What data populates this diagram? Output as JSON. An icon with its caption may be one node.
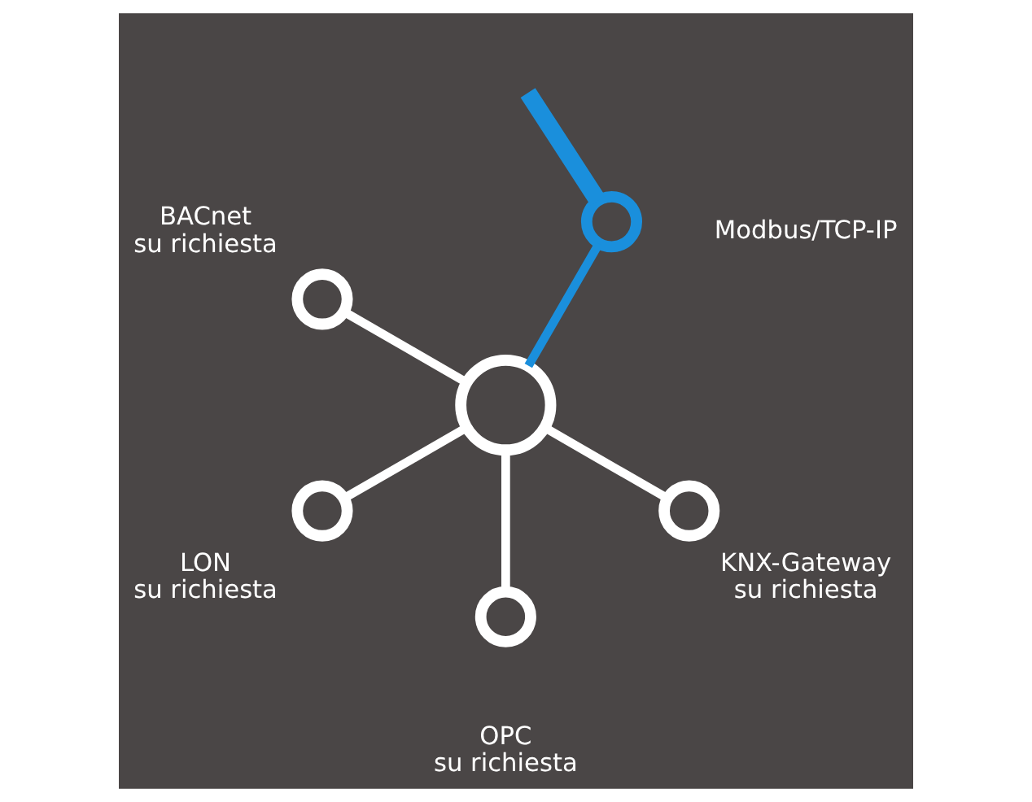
{
  "diagram": {
    "nodes": [
      {
        "text": [],
        "shape": "circle",
        "beside": [
          "Modbus/TCP-IP"
        ]
      },
      {
        "text": [],
        "shape": "circle",
        "beside": [
          "BACnet",
          "su richiesta"
        ]
      },
      {
        "text": [],
        "shape": "circle"
      },
      {
        "text": [],
        "shape": "circle",
        "beside": [
          "LON",
          "su richiesta"
        ]
      },
      {
        "text": [],
        "shape": "circle",
        "beside": [
          "OPC",
          "su richiesta"
        ]
      },
      {
        "text": [],
        "shape": "circle",
        "beside": [
          "KNX-Gateway",
          "su richiesta"
        ]
      }
    ],
    "edges": [
      {
        "from": null,
        "to": 0,
        "arrow": "none",
        "style": "thick",
        "color": "#1a8fdc"
      },
      {
        "from": 2,
        "to": 0,
        "arrow": "none",
        "color": "#1a8fdc"
      },
      {
        "from": 2,
        "to": 1,
        "arrow": "none"
      },
      {
        "from": 2,
        "to": 3,
        "arrow": "none"
      },
      {
        "from": 2,
        "to": 4,
        "arrow": "none"
      },
      {
        "from": 2,
        "to": 5,
        "arrow": "none"
      }
    ]
  }
}
